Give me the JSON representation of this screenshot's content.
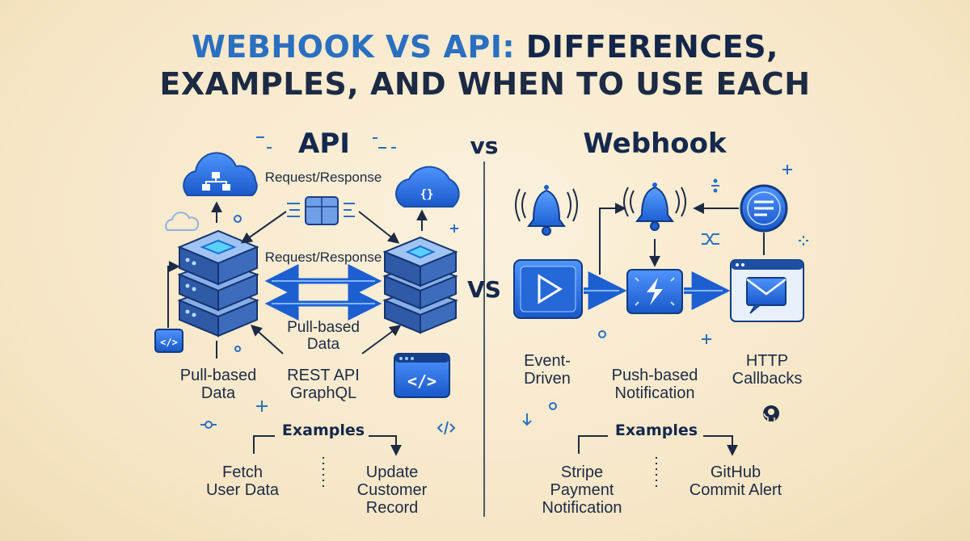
{
  "title": {
    "line1_highlight": "WEBHOOK VS API:",
    "line1_rest": "DIFFERENCES,",
    "line2": "EXAMPLES, AND WHEN TO USE EACH"
  },
  "api": {
    "heading": "API",
    "request_response_top": "Request/Response",
    "request_response_mid": "Request/Response",
    "pull_based_center": "Pull-based\nData",
    "pull_based_left": "Pull-based\nData",
    "protocols": "REST API\nGraphQL",
    "examples_heading": "Examples",
    "examples": [
      "Fetch\nUser Data",
      "Update\nCustomer\nRecord"
    ]
  },
  "vs_top": "vs",
  "vs_mid": "VS",
  "webhook": {
    "heading": "Webhook",
    "event_driven": "Event-\nDriven",
    "push_based": "Push-based\nNotification",
    "http_callbacks": "HTTP\nCallbacks",
    "examples_heading": "Examples",
    "examples": [
      "Stripe\nPayment\nNotification",
      "GitHub\nCommit Alert"
    ]
  },
  "colors": {
    "accent_blue": "#2a6fc0",
    "dark_navy": "#14264a",
    "icon_blue": "#1f63d8",
    "light_blue": "#5aa7ff"
  }
}
